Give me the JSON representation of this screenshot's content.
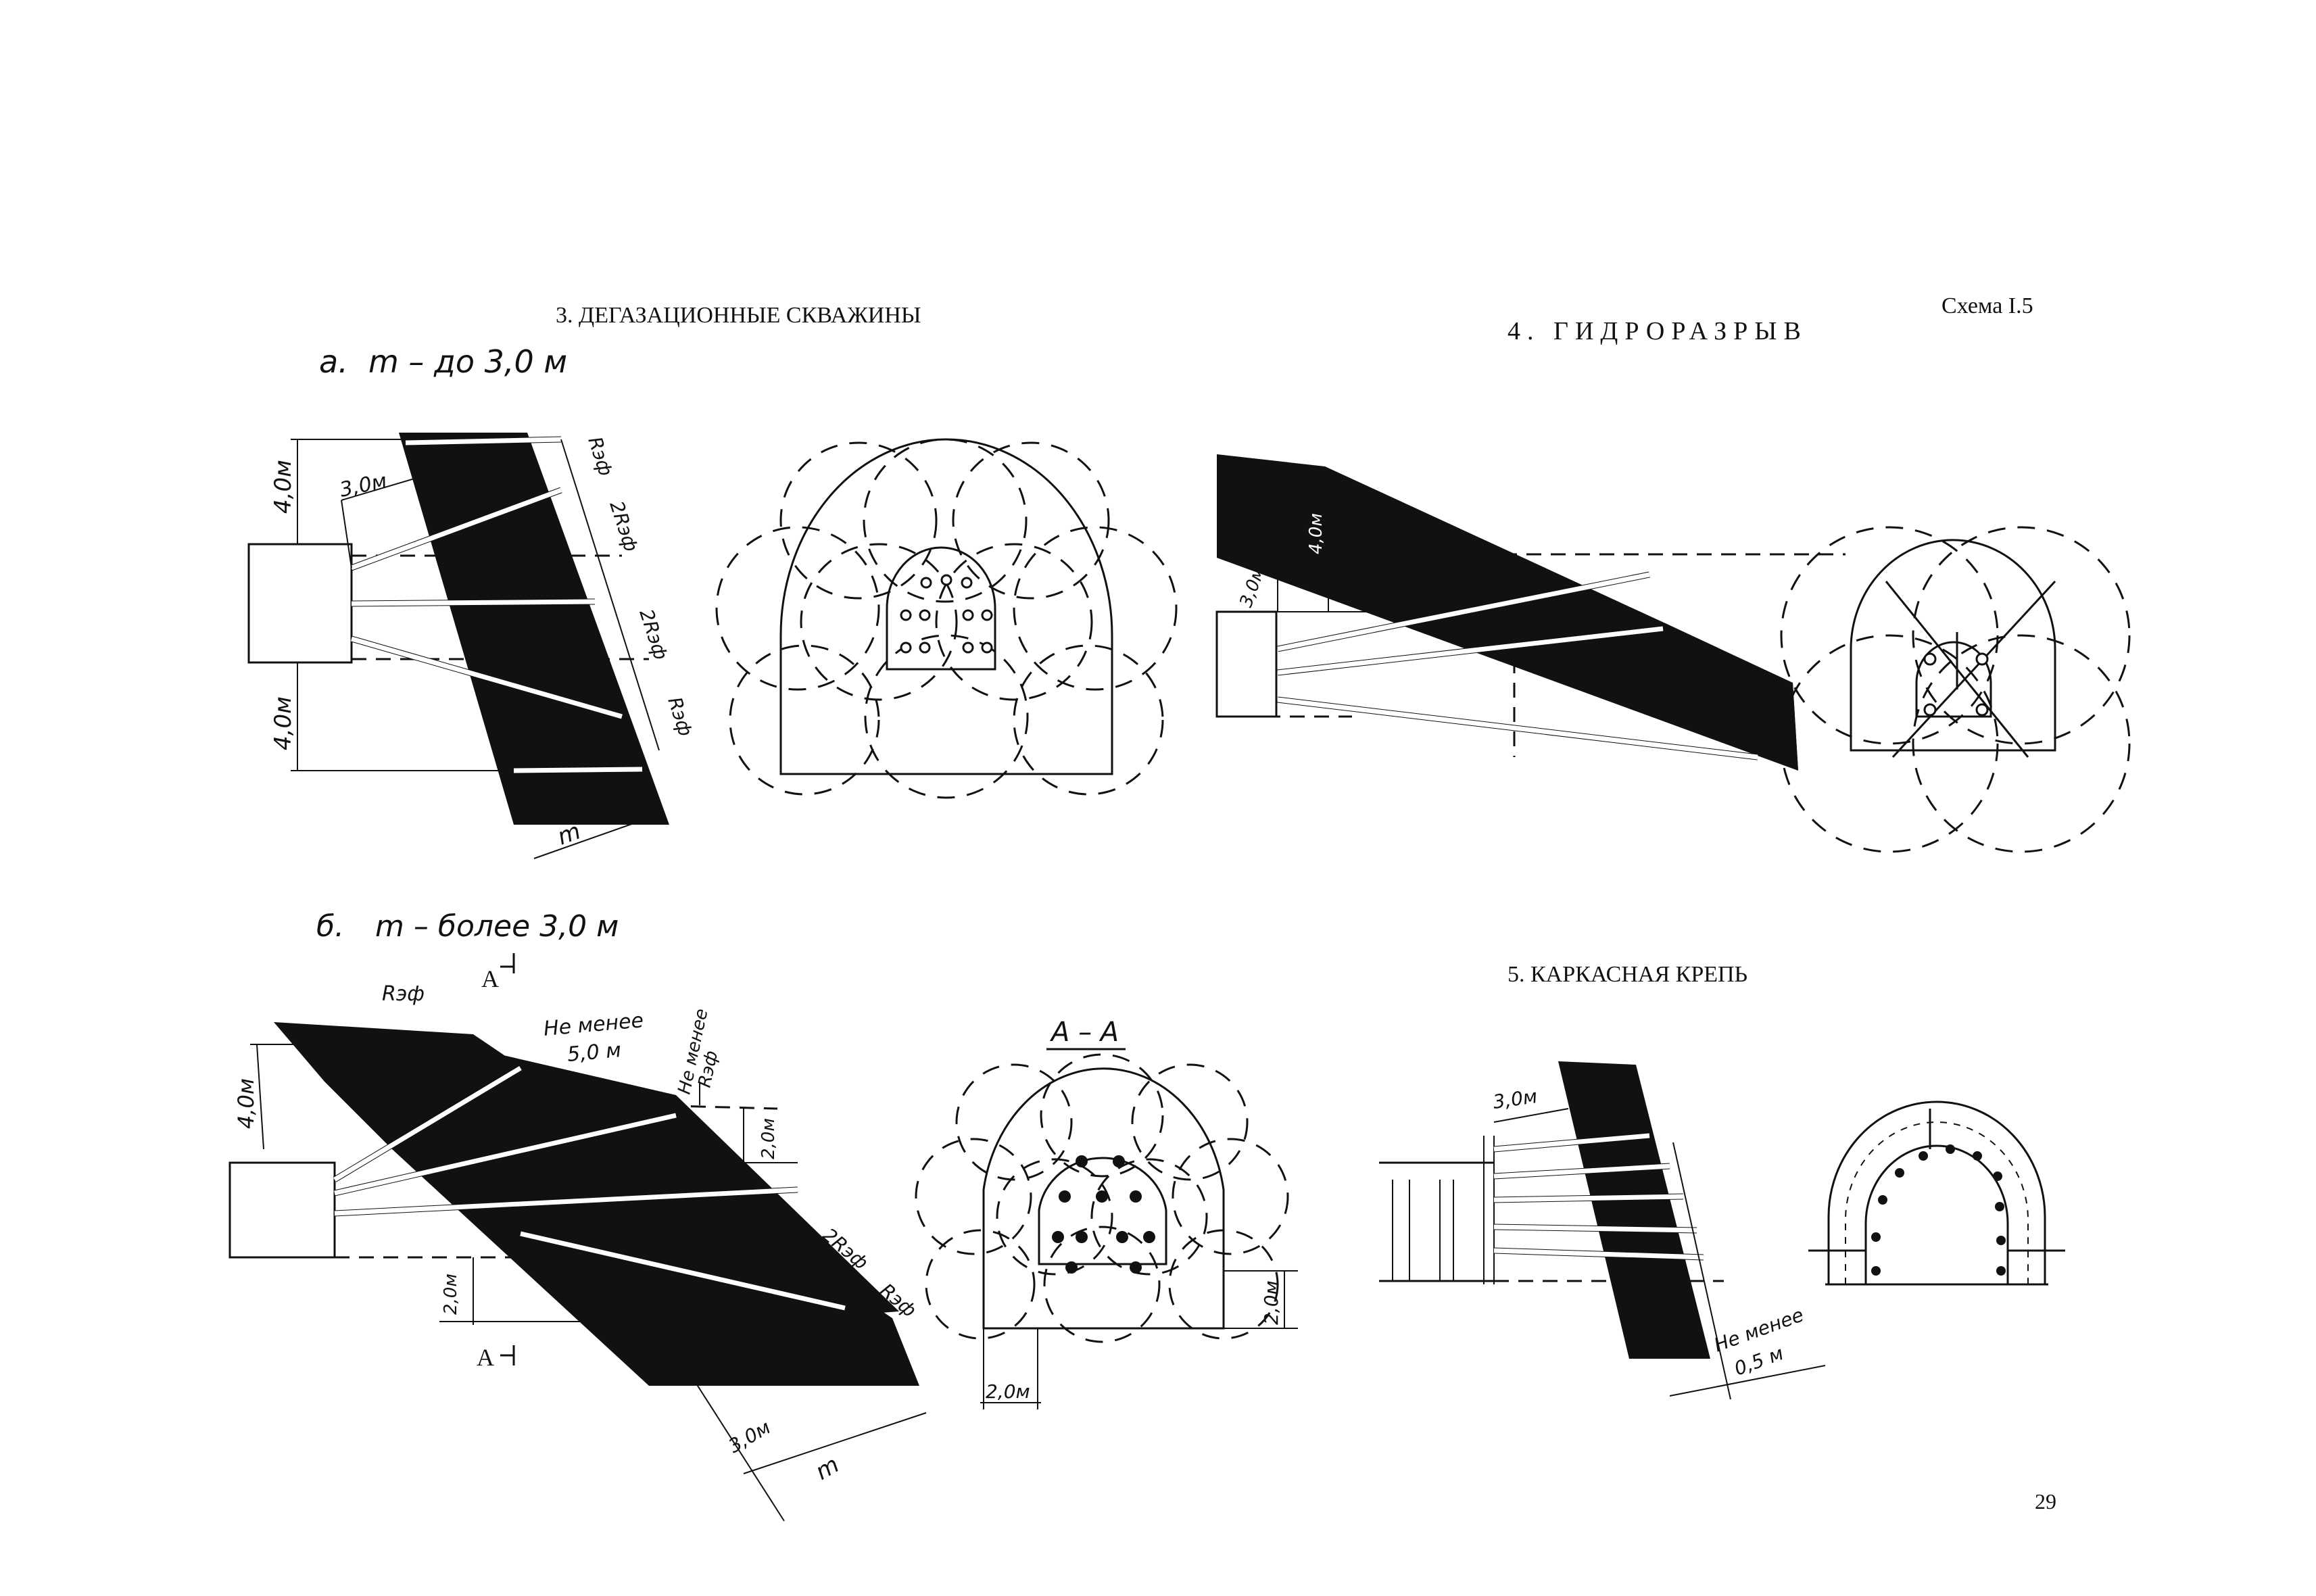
{
  "header": {
    "schema": "Схема I.5",
    "page_number": "29"
  },
  "section3": {
    "title": "3. ДЕГАЗАЦИОННЫЕ СКВАЖИНЫ",
    "sub_a": {
      "label": "а.",
      "condition": "m – до 3,0 м",
      "dims": {
        "top_height": "4,0м",
        "bottom_height": "4,0м",
        "offset": "3,0м",
        "r1": "Rэф",
        "r2": "2Rэф",
        "r3": "2Rэф",
        "r4": "Rэф",
        "thickness": "m"
      }
    },
    "sub_b": {
      "label": "б.",
      "condition": "m – более 3,0 м",
      "dims": {
        "top_height": "4,0м",
        "r_top": "Rэф",
        "section_mark_top": "А",
        "section_mark_bottom": "А",
        "min_dist_line1": "Не менее",
        "min_dist_line2": "5,0 м",
        "min_r_line1": "Не менее",
        "min_r_line2": "Rэф",
        "right_height": "2,0м",
        "bottom_height": "2,0м",
        "r2": "2Rэф",
        "r1": "Rэф",
        "along": "3,0м",
        "thickness": "m"
      }
    },
    "section_aa": {
      "title": "А – А",
      "dim_bottom": "2,0м",
      "dim_right": "2,0м"
    }
  },
  "section4": {
    "title": "4. ГИДРОРАЗРЫВ",
    "dims": {
      "depth": "4,0м",
      "offset": "3,0м"
    }
  },
  "section5": {
    "title": "5. КАРКАСНАЯ КРЕПЬ",
    "dims": {
      "top": "3,0м",
      "min_line1": "Не менее",
      "min_line2": "0,5 м"
    }
  }
}
